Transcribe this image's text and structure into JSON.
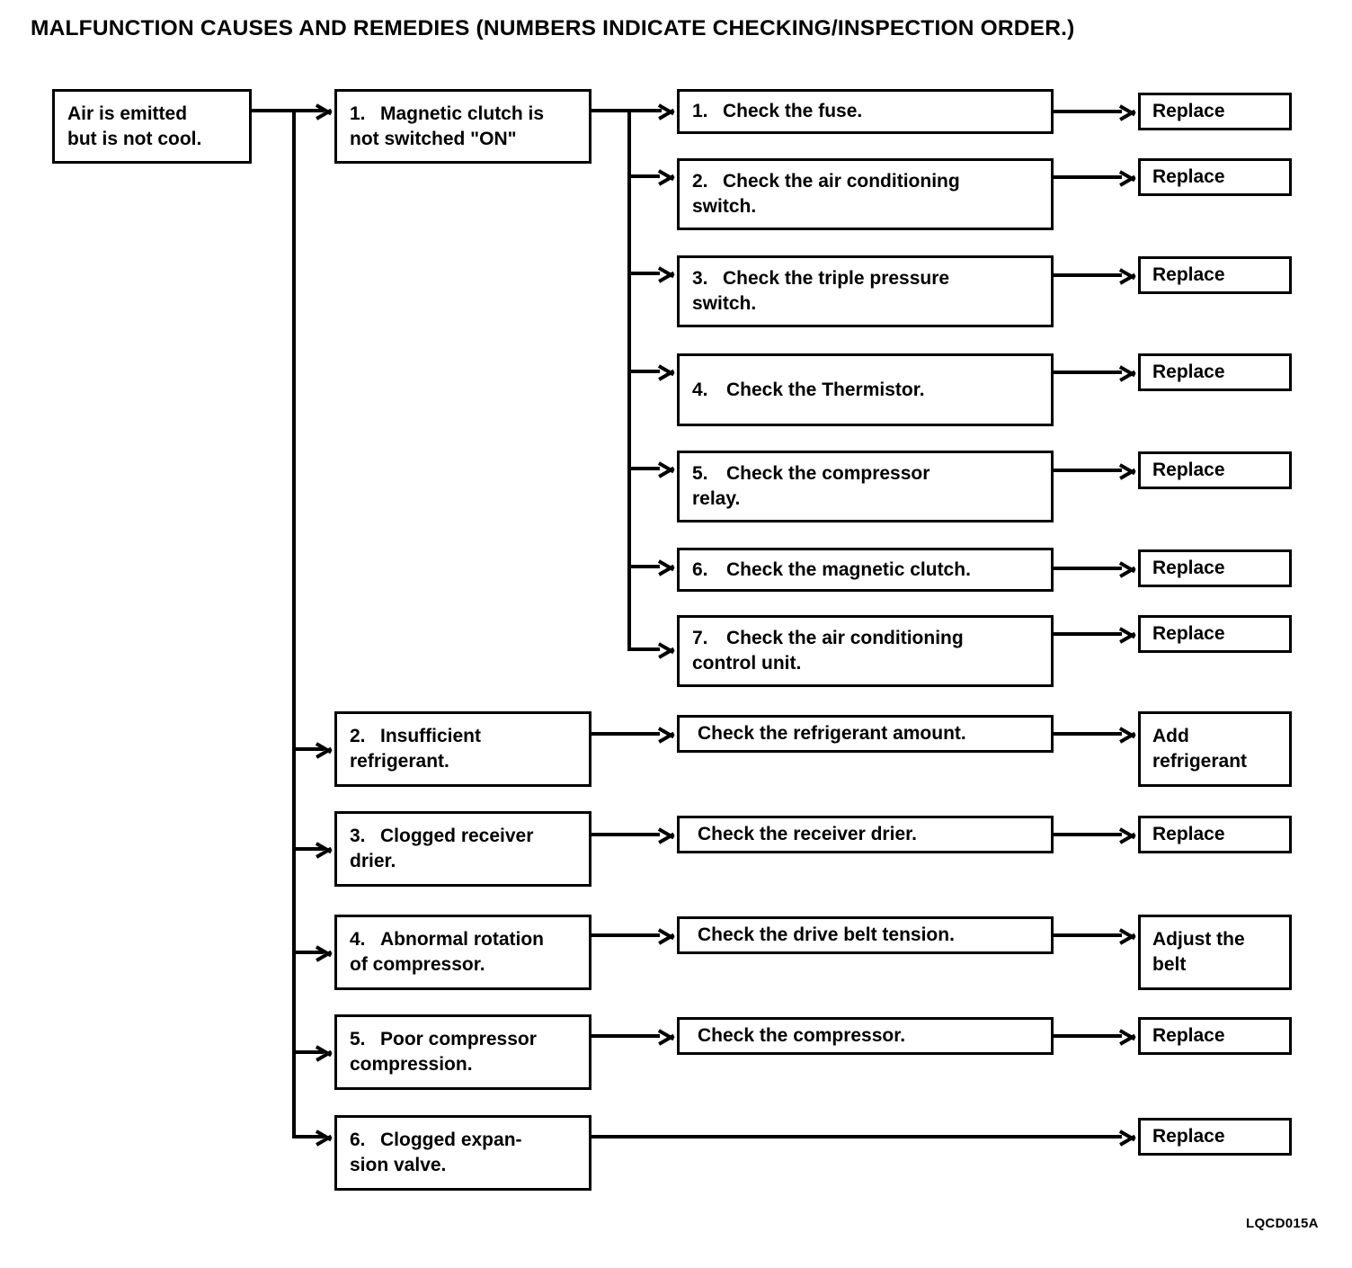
{
  "page": {
    "title": "MALFUNCTION CAUSES AND REMEDIES (NUMBERS INDICATE CHECKING/INSPECTION ORDER.)",
    "footer_code": "LQCD015A",
    "ink_color": "#000000",
    "background_color": "#ffffff"
  },
  "symptom": {
    "label": "Air is emitted\nbut is not cool."
  },
  "causes": [
    {
      "number": "1.",
      "label": "Magnetic clutch is\n      not switched \"ON\""
    },
    {
      "number": "2.",
      "label": "Insufficient\n      refrigerant."
    },
    {
      "number": "3.",
      "label": "Clogged receiver\n      drier."
    },
    {
      "number": "4.",
      "label": "Abnormal rotation\n      of compressor."
    },
    {
      "number": "5.",
      "label": "Poor compressor\n      compression."
    },
    {
      "number": "6.",
      "label": "Clogged expan-\n      sion valve."
    }
  ],
  "clutch_checks": [
    {
      "number": "1.",
      "label": "Check the fuse.",
      "remedy": "Replace"
    },
    {
      "number": "2.",
      "label": "Check the air conditioning\n      switch.",
      "remedy": "Replace"
    },
    {
      "number": "3.",
      "label": "Check the triple pressure\n      switch.",
      "remedy": "Replace"
    },
    {
      "number": "4.",
      "label": "Check the Thermistor.",
      "remedy": "Replace"
    },
    {
      "number": "5.",
      "label": "Check the compressor\n      relay.",
      "remedy": "Replace"
    },
    {
      "number": "6.",
      "label": "Check the magnetic clutch.",
      "remedy": "Replace"
    },
    {
      "number": "7.",
      "label": "Check the air conditioning\n      control unit.",
      "remedy": "Replace"
    }
  ],
  "other_checks": [
    {
      "label": "Check the refrigerant amount.",
      "remedy": "Add\nrefrigerant"
    },
    {
      "label": "Check the receiver drier.",
      "remedy": "Replace"
    },
    {
      "label": "Check the drive belt tension.",
      "remedy": "Adjust the\nbelt"
    },
    {
      "label": "Check the compressor.",
      "remedy": "Replace"
    }
  ],
  "direct_remedy": {
    "label": "Replace"
  }
}
